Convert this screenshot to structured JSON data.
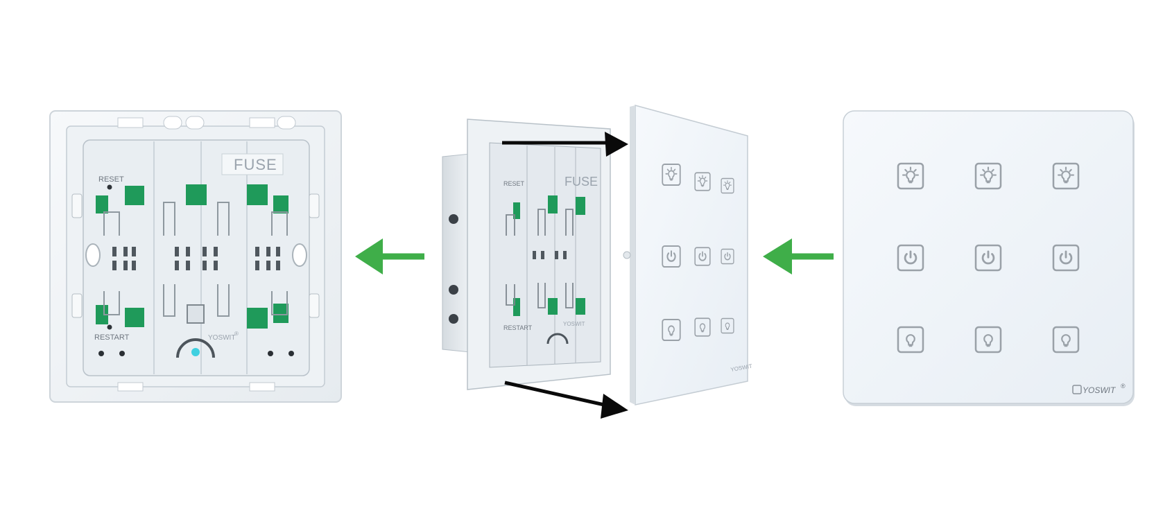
{
  "colors": {
    "background": "#ffffff",
    "arrow_green": "#3fae49",
    "arrow_black": "#0a0a0a",
    "module_green": "#1f9a5a",
    "led_cyan": "#3fd0e0",
    "frame_white": "#f4f7fa",
    "glass_face": "#f3f6fa",
    "icon_grey": "#9aa1a8"
  },
  "back_module": {
    "fuse_label": "FUSE",
    "reset_label": "RESET",
    "restart_label": "RESTART",
    "brand_label": "YOSWIT",
    "registered_mark": "®"
  },
  "middle_assembly": {
    "fuse_label": "FUSE",
    "reset_label": "RESET",
    "restart_label": "RESTART",
    "brand_label": "YOSWIT"
  },
  "front_panel": {
    "brand_label": "YOSWIT",
    "registered_mark": "®",
    "button_rows": [
      {
        "icon": "light-bulb-on-icon"
      },
      {
        "icon": "power-icon"
      },
      {
        "icon": "light-bulb-off-icon"
      }
    ],
    "columns": 3
  },
  "arrows": [
    {
      "direction": "left",
      "color": "green",
      "meaning": "assemble-back"
    },
    {
      "direction": "left",
      "color": "green",
      "meaning": "assemble-front"
    },
    {
      "direction": "right",
      "color": "black",
      "meaning": "attach-glass-top"
    },
    {
      "direction": "right",
      "color": "black",
      "meaning": "attach-glass-bottom"
    }
  ]
}
